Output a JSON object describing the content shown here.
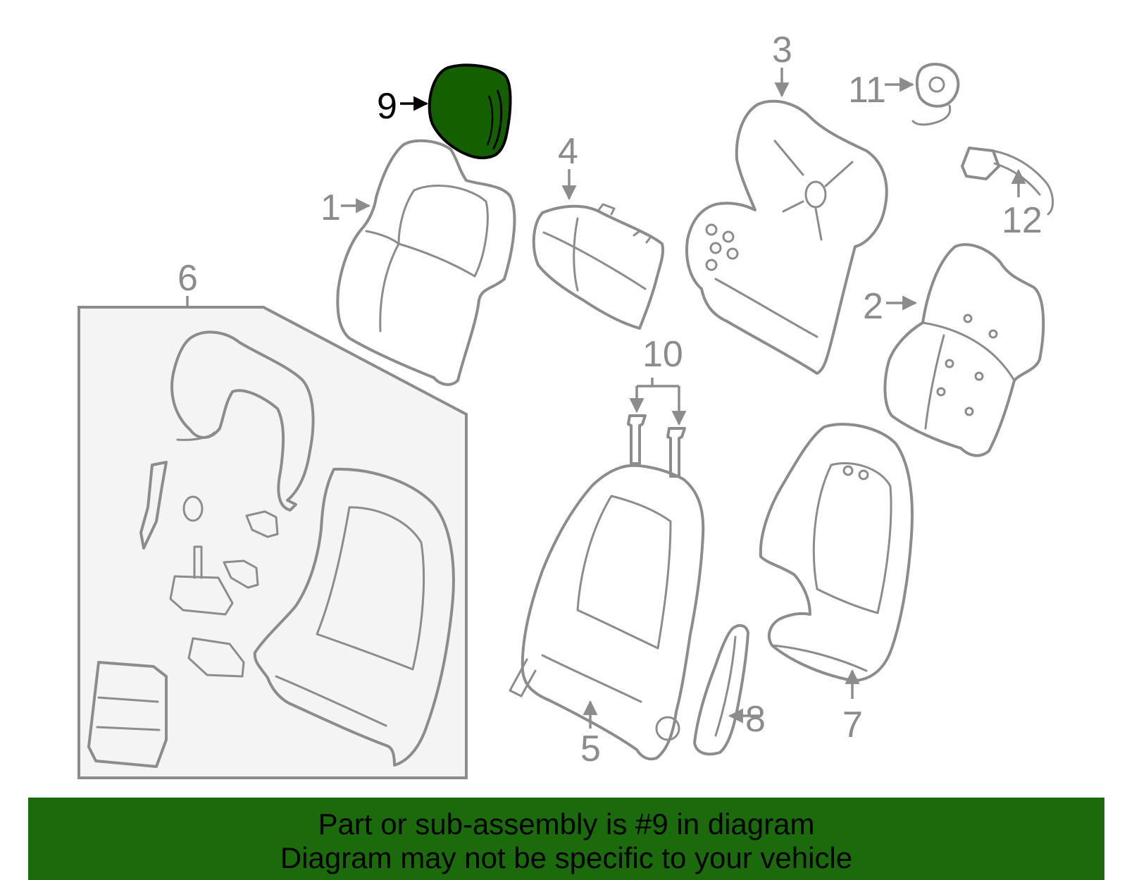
{
  "colors": {
    "highlight": "#145f00",
    "banner": "#1b6b0c",
    "outline": "#8c8c8c",
    "panel": "#f4f4f4"
  },
  "diagram": {
    "highlighted_part": "9",
    "callouts": [
      "1",
      "2",
      "3",
      "4",
      "5",
      "6",
      "7",
      "8",
      "9",
      "10",
      "11",
      "12"
    ]
  },
  "banner": {
    "line1": "Part or sub-assembly is #9 in diagram",
    "line2": "Diagram may not be specific to your vehicle"
  }
}
